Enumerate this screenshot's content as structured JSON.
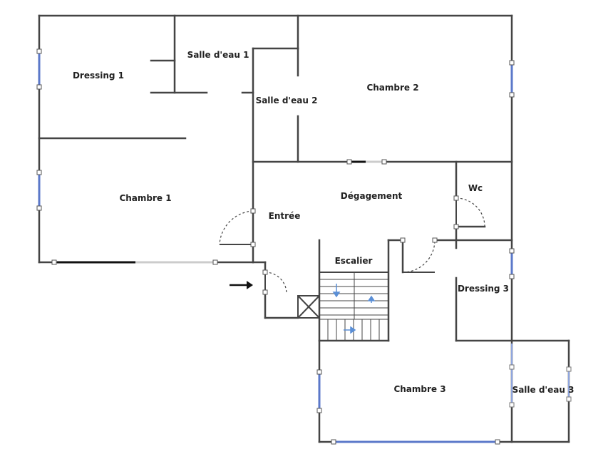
{
  "colors": {
    "wall": "#444444",
    "window": "#5b78c9",
    "window_frame": "#8fa6e0",
    "dark_opening": "#111111",
    "stair_arrow": "#5b8fd6",
    "handle": "#555555"
  },
  "rooms": {
    "dressing_1": "Dressing 1",
    "salle_eau_1": "Salle d'eau 1",
    "salle_eau_2": "Salle d'eau 2",
    "chambre_2": "Chambre 2",
    "chambre_1": "Chambre 1",
    "degagement": "Dégagement",
    "wc": "Wc",
    "entree": "Entrée",
    "escalier": "Escalier",
    "dressing_3": "Dressing 3",
    "chambre_3": "Chambre 3",
    "salle_eau_3": "Salle d'eau 3"
  },
  "icons": {
    "entrance": "entrance-arrow-icon",
    "elevator_shaft": "crossed-box-icon",
    "stair_arrow": "stair-direction-arrow-icon"
  }
}
